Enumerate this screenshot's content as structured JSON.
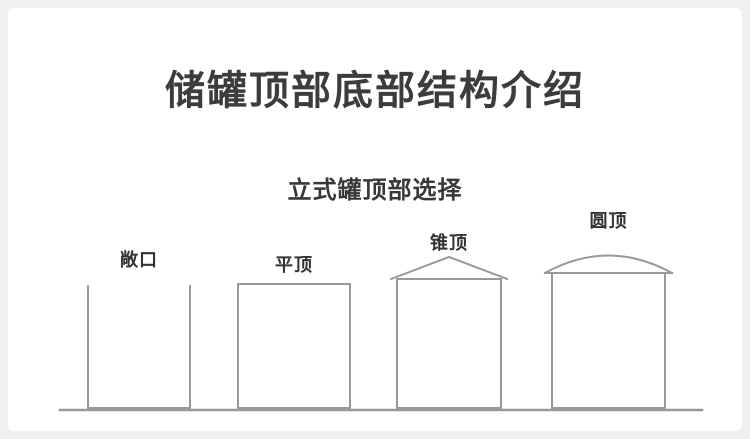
{
  "header": {
    "title": "储罐顶部底部结构介绍",
    "subtitle": "立式罐顶部选择"
  },
  "tanks": [
    {
      "label": "敞口",
      "type": "open-top"
    },
    {
      "label": "平顶",
      "type": "flat-top"
    },
    {
      "label": "锥顶",
      "type": "cone-top"
    },
    {
      "label": "圆顶",
      "type": "dome-top"
    }
  ],
  "colors": {
    "line": "#999999",
    "text": "#333333",
    "title": "#3c3c3c",
    "background": "#ffffff",
    "page_margin": "#efefef"
  }
}
